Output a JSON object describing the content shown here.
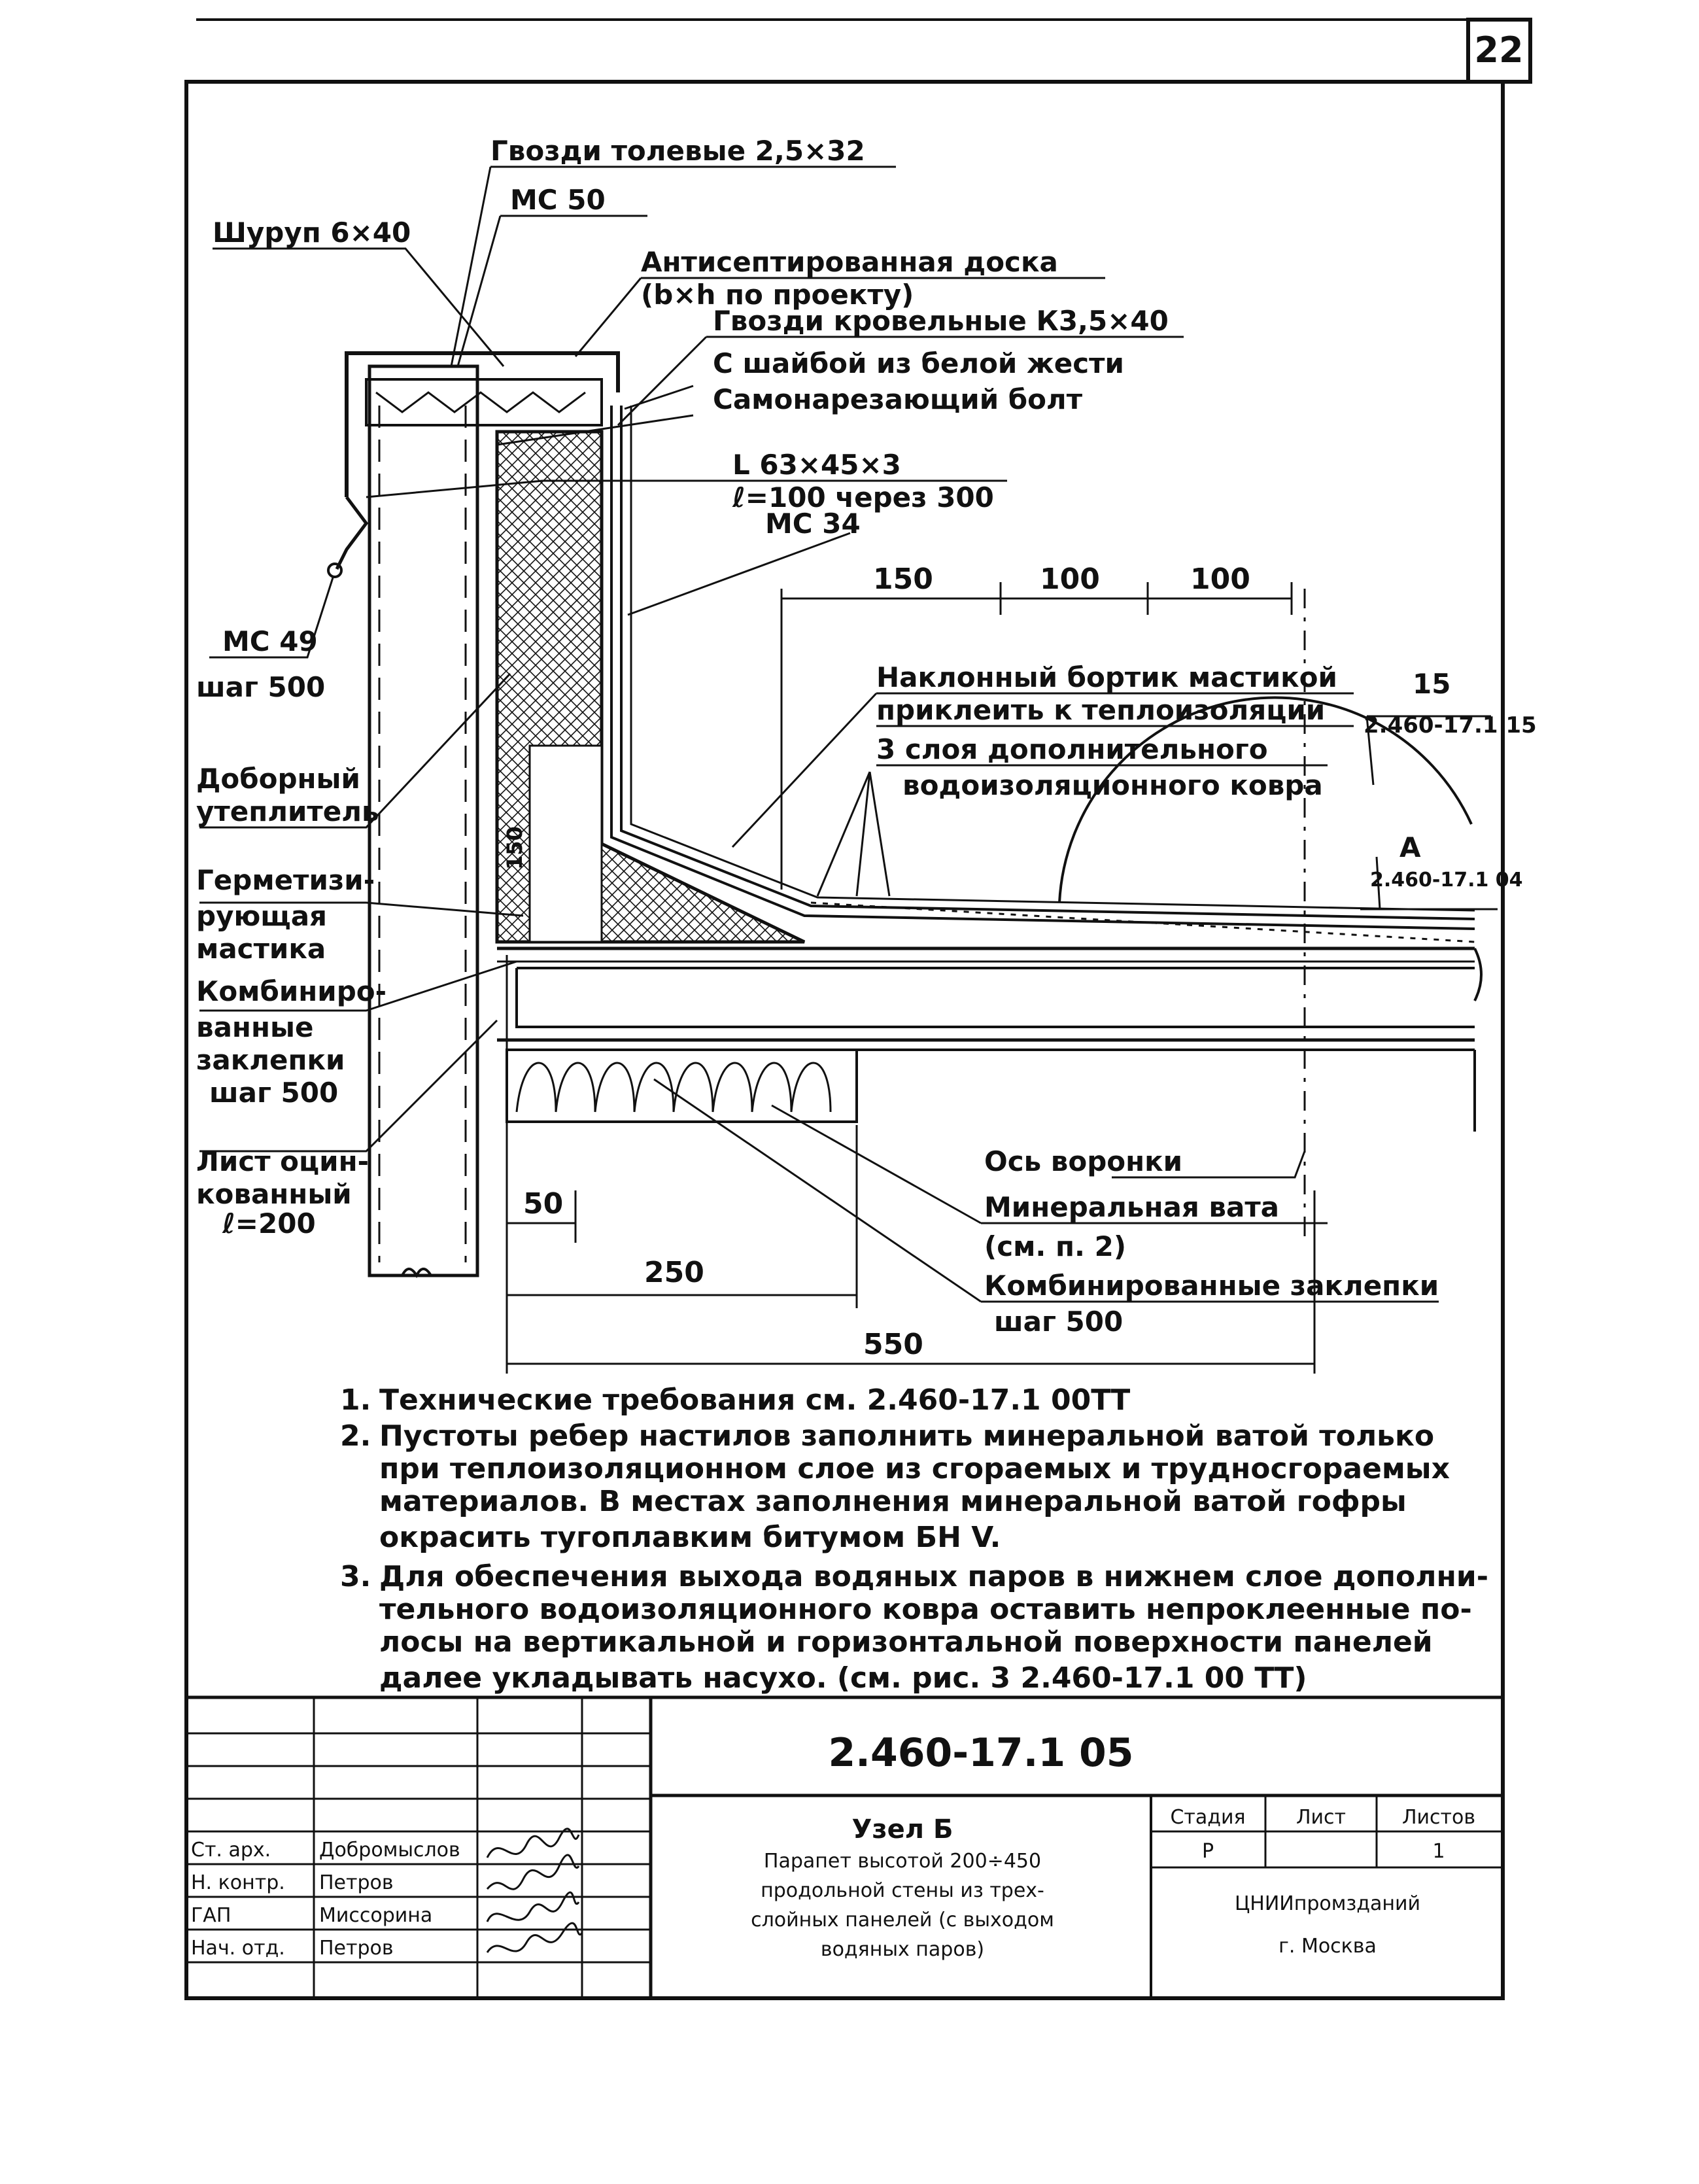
{
  "sheet_number": "22",
  "callouts": {
    "nails_tar": "Гвозди толевые 2,5×32",
    "ms50": "МС 50",
    "screw": "Шуруп 6×40",
    "board_1": "Антисептированная доска",
    "board_2": "(b×h по проекту)",
    "roof_nails": "Гвозди кровельные К3,5×40",
    "washer": "С шайбой из белой жести",
    "bolt": "Самонарезающий болт",
    "angle_1": "L 63×45×3",
    "angle_2": "ℓ=100 через 300",
    "ms34": "МС 34",
    "ms49": "МС 49",
    "step500": "шаг 500",
    "insul_1": "Доборный",
    "insul_2": "утеплитель",
    "seal_1": "Герметизи-",
    "seal_2": "рующая",
    "seal_3": "мастика",
    "comb_1": "Комбиниро-",
    "comb_2": "ванные",
    "comb_3": "заклепки",
    "comb_4": "шаг 500",
    "sheet_1": "Лист оцин-",
    "sheet_2": "кованный",
    "sheet_3": "ℓ=200",
    "bevel_1": "Наклонный бортик мастикой",
    "bevel_2": "приклеить к теплоизоляции",
    "layers_1": "3 слоя дополнительного",
    "layers_2": "водоизоляционного ковра",
    "funnel": "Ось воронки",
    "wool_1": "Минеральная вата",
    "wool_2": "(см. п. 2)",
    "rivets_1": "Комбинированные заклепки",
    "rivets_2": "шаг 500",
    "ref15_a": "15",
    "ref15_b": "2.460-17.1 15",
    "refA_a": "А",
    "refA_b": "2.460-17.1 04"
  },
  "dimensions": {
    "d150": "150",
    "d100a": "100",
    "d100b": "100",
    "d150v": "150",
    "d50": "50",
    "d250": "250",
    "d550": "550"
  },
  "notes": [
    {
      "num": "1.",
      "lines": [
        "Технические требования см. 2.460-17.1 00ТТ"
      ]
    },
    {
      "num": "2.",
      "lines": [
        "Пустоты ребер настилов заполнить минеральной ватой только",
        "при теплоизоляционном слое из сгораемых и трудносгораемых",
        "материалов. В местах заполнения минеральной ватой гофры",
        "окрасить тугоплавким битумом БН V."
      ]
    },
    {
      "num": "3.",
      "lines": [
        "Для обеспечения выхода водяных паров в нижнем слое дополни-",
        "тельного водоизоляционного ковра оставить непроклеенные по-",
        "лосы на вертикальной и горизонтальной поверхности панелей",
        "далее укладывать насухо. (см. рис. 3 2.460-17.1 00 ТТ)"
      ]
    }
  ],
  "title_block": {
    "code": "2.460-17.1 05",
    "title_lines": [
      "Узел Б",
      "Парапет высотой 200÷450",
      "продольной стены из трех-",
      "слойных панелей (с выходом",
      "водяных паров)"
    ],
    "col_headers": [
      "Стадия",
      "Лист",
      "Листов"
    ],
    "col_values": [
      "Р",
      "",
      "1"
    ],
    "org_1": "ЦНИИпромзданий",
    "org_2": "г. Москва",
    "roles": [
      "Ст. арх.",
      "Н. контр.",
      "ГАП",
      "Нач. отд."
    ],
    "names": [
      "Добромыслов",
      "Петров",
      "Миссорина",
      "Петров"
    ]
  }
}
